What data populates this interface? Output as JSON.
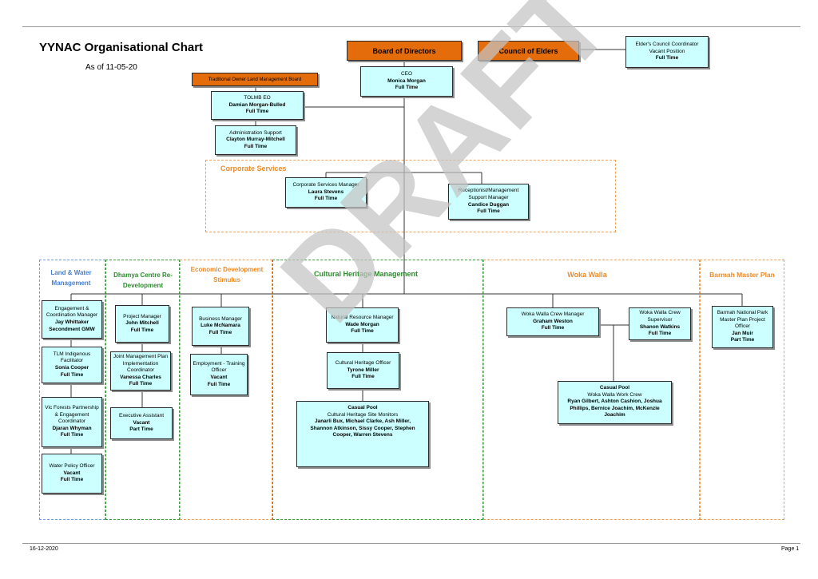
{
  "title": "YYNAC Organisational Chart",
  "as_of": "As of 11-05-20",
  "footer": {
    "date": "16-12-2020",
    "page": "Page 1"
  },
  "watermark": "DRAFT",
  "colors": {
    "box_fill": "#ccffff",
    "top_fill": "#e46c0a",
    "section_orange": "#f08a24",
    "section_blue": "#4a7fd0",
    "section_green": "#2e8b2e"
  },
  "top": {
    "board": "Board of Directors",
    "council": "Council of Elders",
    "tolmb": "Traditional Owner Land Management Board",
    "elders_coord": {
      "role": "Elder's Council Coordinator",
      "name": "Vacant Position",
      "status": "Full Time"
    },
    "ceo": {
      "role": "CEO",
      "name": "Monica Morgan",
      "status": "Full Time"
    },
    "tolmb_eo": {
      "role": "TOLMB EO",
      "name": "Damian Morgan-Bulled",
      "status": "Full Time"
    },
    "admin": {
      "role": "Administration Support",
      "name": "Clayton Murray-Mitchell",
      "status": "Full Time"
    }
  },
  "corporate": {
    "label": "Corporate Services",
    "manager": {
      "role": "Corporate Services Manager",
      "name": "Laura Stevens",
      "status": "Full Time"
    },
    "reception": {
      "role": "Receptionist/Management Support Manager",
      "name": "Candice Duggan",
      "status": "Full Time"
    }
  },
  "sections": {
    "land_water": {
      "label": "Land & Water Management",
      "engagement": {
        "role": "Engagement & Coordination Manager",
        "name": "Jay Whittaker",
        "status": "Secondment GMW"
      },
      "tlm": {
        "role": "TLM Indigenous Facilitator",
        "name": "Sonia Cooper",
        "status": "Full Time"
      },
      "vic_forests": {
        "role": "Vic Forests Partnership & Engagement Coordinator",
        "name": "Djaran Whyman",
        "status": "Full Time"
      },
      "water_policy": {
        "role": "Water Policy Officer",
        "name": "Vacant",
        "status": "Full Time"
      }
    },
    "dhamya": {
      "label": "Dhamya Centre Re-Development",
      "project_manager": {
        "role": "Project Manager",
        "name": "John Mitchell",
        "status": "Full Time"
      },
      "joint_mgmt": {
        "role": "Joint Management Plan Implementation Coordinator",
        "name": "Vanessa Charles",
        "status": "Full Time"
      },
      "exec_assist": {
        "role": "Executive Assistant",
        "name": "Vacant",
        "status": "Part Time"
      }
    },
    "econ": {
      "label": "Economic Development Stimulus",
      "business": {
        "role": "Business Manager",
        "name": "Luke McNamara",
        "status": "Full Time"
      },
      "employment": {
        "role": "Employment - Training Officer",
        "name": "Vacant",
        "status": "Full Time"
      }
    },
    "cultural": {
      "label": "Cultural Heritage Management",
      "nrm": {
        "role": "Natural Resource Manager",
        "name": "Wade Morgan",
        "status": "Full Time"
      },
      "cho": {
        "role": "Cultural Heritage Officer",
        "name": "Tyrone Miller",
        "status": "Full Time"
      },
      "pool": {
        "title": "Casual Pool",
        "role": "Cultural Heritage Site Monitors",
        "names": "Janarli Bux, Michael Clarke, Ash Miller, Shannon Atkinson, Sissy Cooper, Stephen Cooper, Warren Stevens"
      }
    },
    "woka": {
      "label": "Woka Walla",
      "crew_manager": {
        "role": "Woka Walla Crew Manager",
        "name": "Graham Weston",
        "status": "Full Time"
      },
      "supervisor": {
        "role": "Woka Walla Crew Supervisor",
        "name": "Shanon Watkins",
        "status": "Full Time"
      },
      "pool": {
        "title": "Casual Pool",
        "role": "Woka Walla Work Crew",
        "names": "Ryan Gilbert, Ashton Cashion, Joshua Phillips, Bernice Joachim, McKenzie Joachim"
      }
    },
    "barmah": {
      "label": "Barmah Master Plan",
      "officer": {
        "role": "Barmah National Park Master Plan Project Officer",
        "name": "Jan Muir",
        "status": "Part Time"
      }
    }
  }
}
